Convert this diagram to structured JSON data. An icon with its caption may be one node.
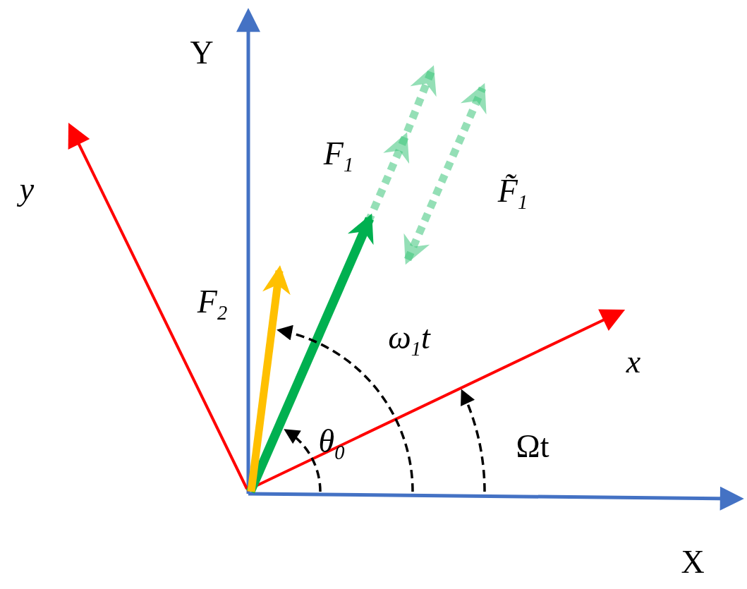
{
  "diagram": {
    "labels": [
      "Y",
      "y",
      "F$_{1}$",
      "F̃$_{1}$",
      "F$_{2}$",
      "ω$_{1}$t",
      "x",
      "θ$_{0}$",
      "Ωt",
      "X"
    ]
  }
}
